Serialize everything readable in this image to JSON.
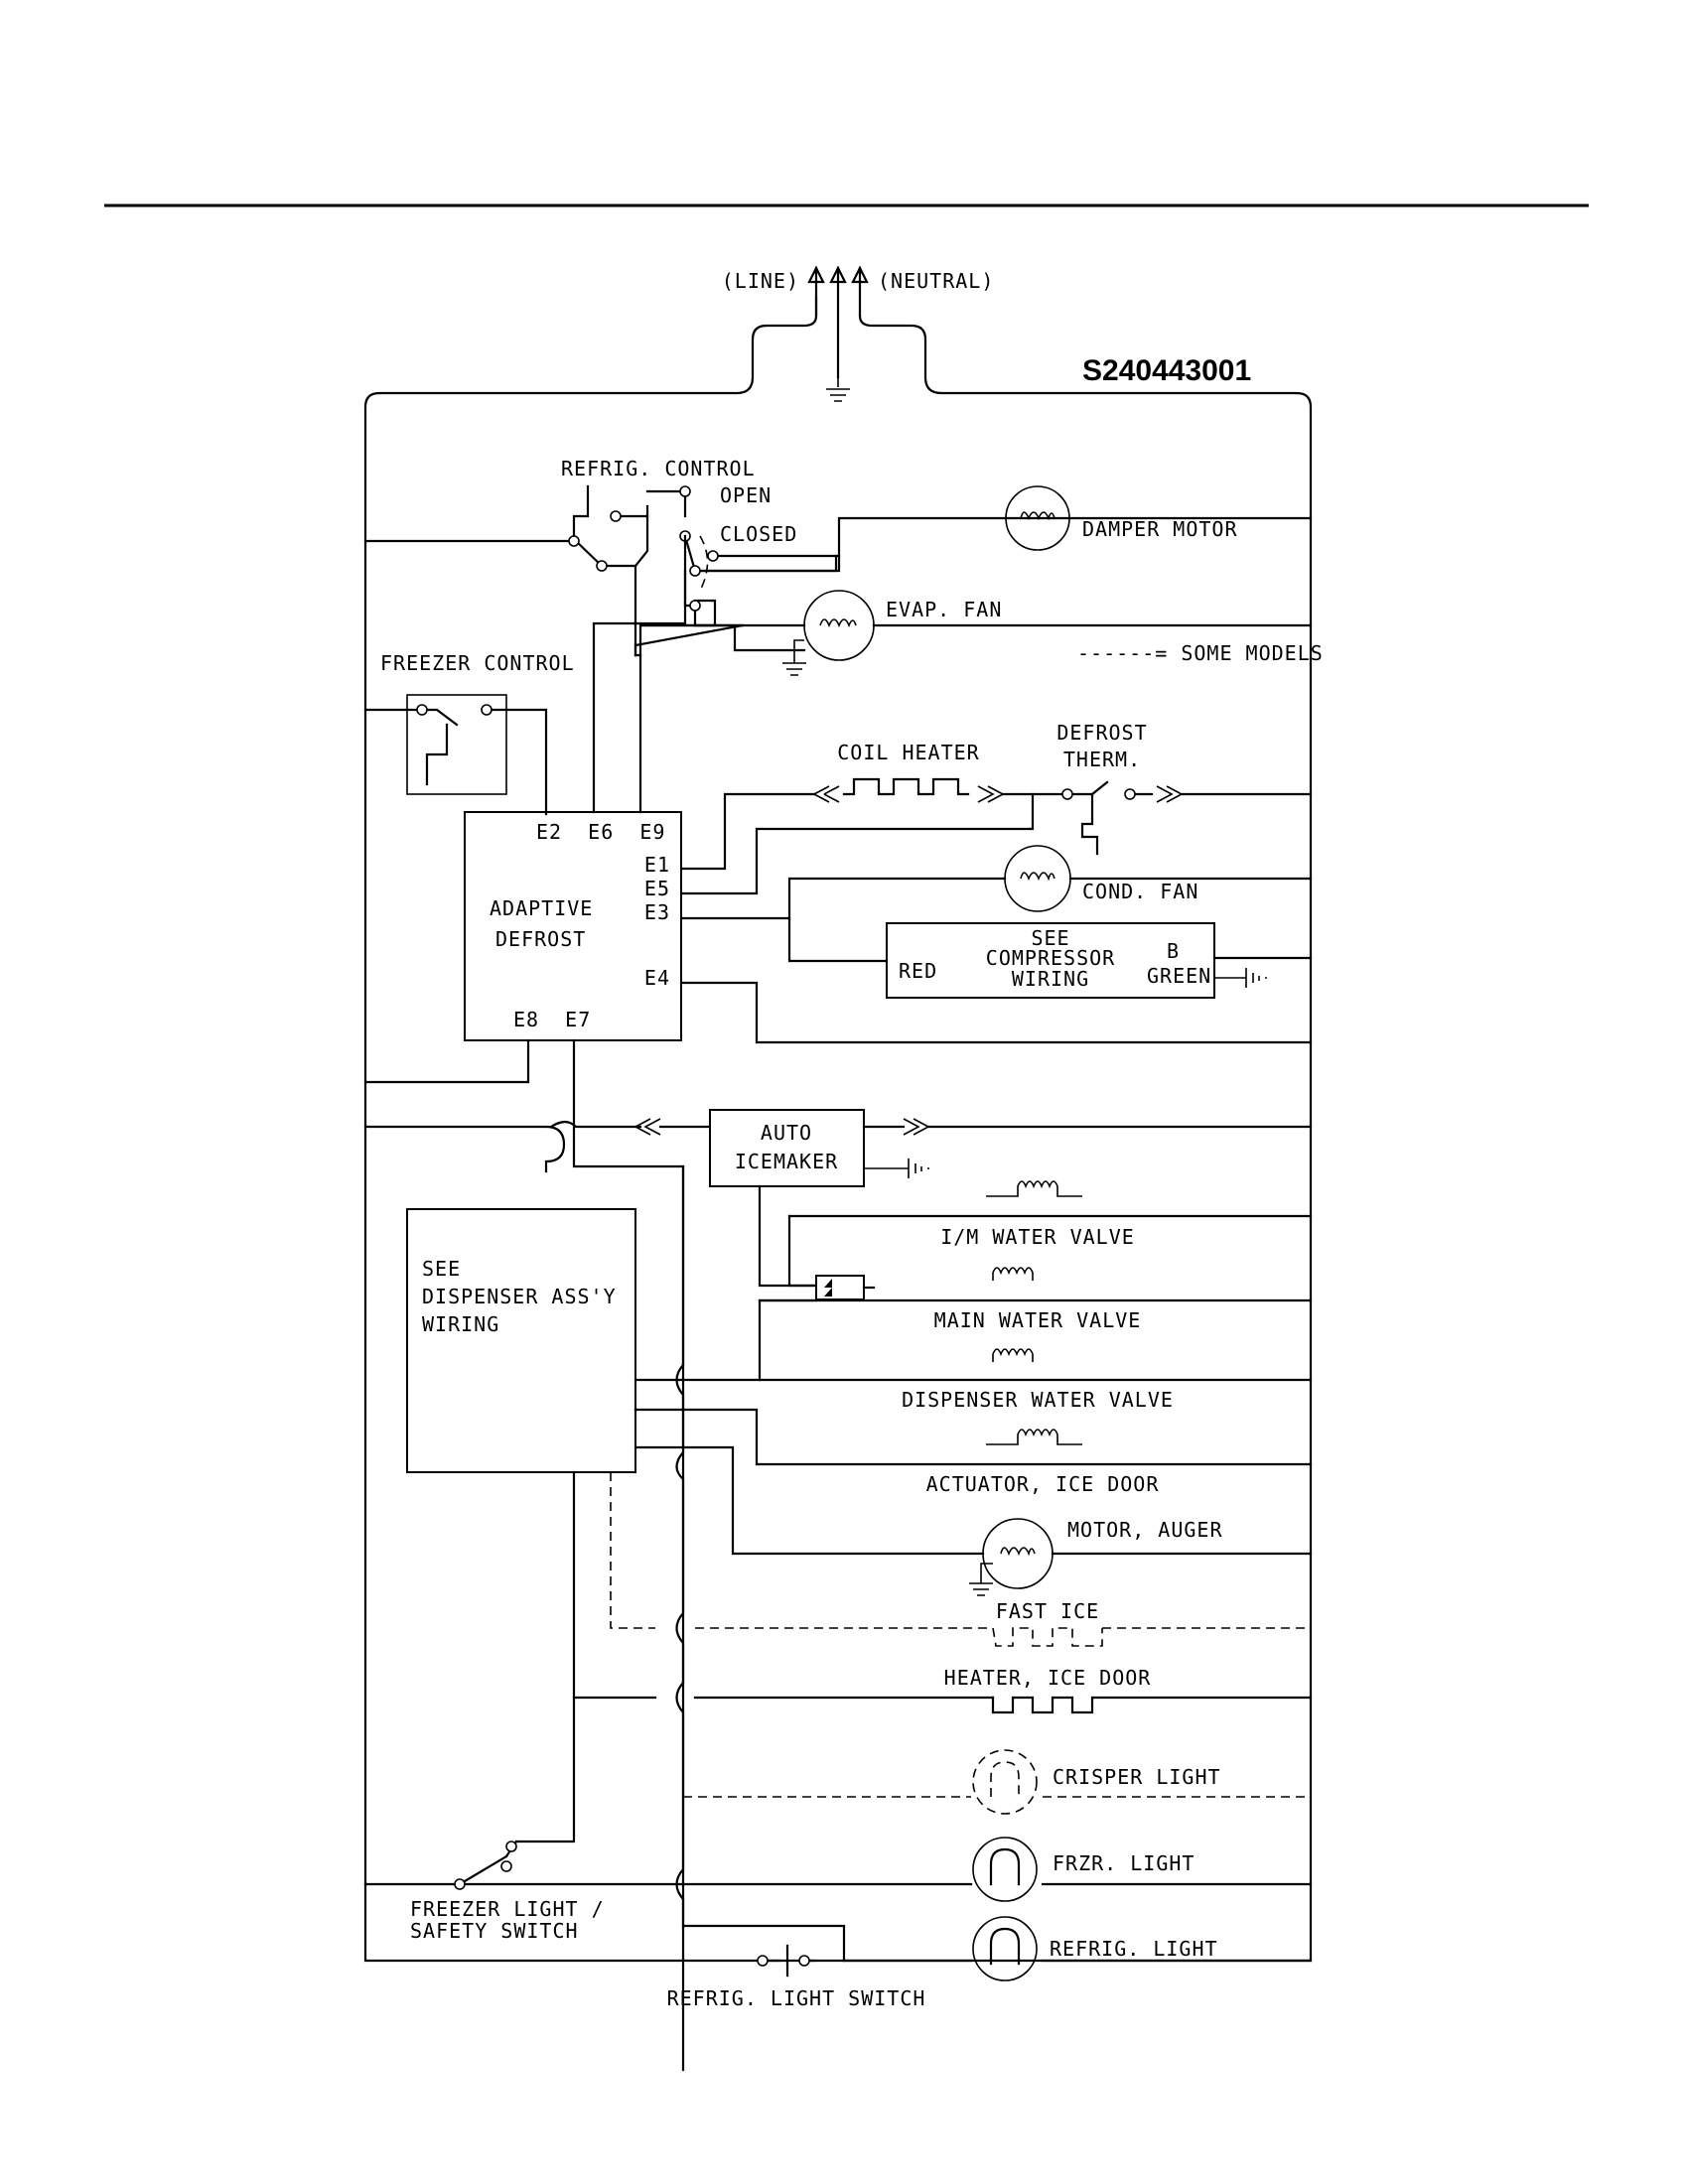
{
  "diagram": {
    "code": "S240443001",
    "supply": {
      "line": "(LINE)",
      "neutral": "(NEUTRAL)"
    },
    "legend_some_models": "------= SOME MODELS",
    "refrig_control": {
      "title": "REFRIG. CONTROL",
      "open": "OPEN",
      "closed": "CLOSED"
    },
    "freezer_control": "FREEZER CONTROL",
    "adaptive_defrost": {
      "name_line1": "ADAPTIVE",
      "name_line2": "DEFROST",
      "top_terminals": "E2  E6  E9",
      "e1": "E1",
      "e5": "E5",
      "e3": "E3",
      "e4": "E4",
      "bottom_terminals": "E8  E7"
    },
    "components": {
      "damper_motor": "DAMPER MOTOR",
      "evap_fan": "EVAP. FAN",
      "coil_heater": "COIL HEATER",
      "defrost_therm_line1": "DEFROST",
      "defrost_therm_line2": "THERM.",
      "cond_fan": "COND. FAN",
      "compressor_line1": "SEE",
      "compressor_line2": "COMPRESSOR",
      "compressor_line3": "WIRING",
      "compressor_red": "RED",
      "compressor_b": "B",
      "compressor_green": "GREEN",
      "icemaker_line1": "AUTO",
      "icemaker_line2": "ICEMAKER",
      "im_water_valve": "I/M WATER VALVE",
      "main_water_valve": "MAIN WATER VALVE",
      "dispenser_water_valve": "DISPENSER WATER VALVE",
      "actuator_ice_door": "ACTUATOR, ICE DOOR",
      "motor_auger": "MOTOR, AUGER",
      "fast_ice": "FAST ICE",
      "heater_ice_door": "HEATER, ICE DOOR",
      "crisper_light": "CRISPER LIGHT",
      "frzr_light": "FRZR. LIGHT",
      "refrig_light": "REFRIG. LIGHT",
      "dispenser_line1": "SEE",
      "dispenser_line2": "DISPENSER ASS'Y",
      "dispenser_line3": "WIRING",
      "freezer_switch_line1": "FREEZER LIGHT /",
      "freezer_switch_line2": "SAFETY SWITCH",
      "refrig_light_switch": "REFRIG. LIGHT SWITCH"
    }
  }
}
